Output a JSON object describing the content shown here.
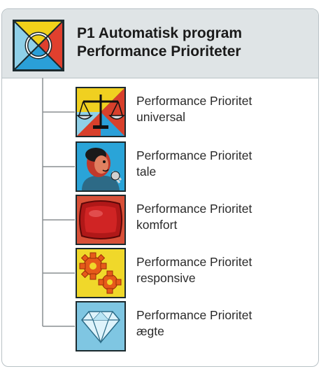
{
  "header": {
    "icon": "program-selector-icon",
    "line1": "P1 Automatisk program",
    "line2": "Performance Prioriteter"
  },
  "items": [
    {
      "icon": "balance-scale-icon",
      "line1": "Performance Prioritet",
      "line2": "universal"
    },
    {
      "icon": "speaking-person-icon",
      "line1": "Performance Prioritet",
      "line2": "tale"
    },
    {
      "icon": "cushion-icon",
      "line1": "Performance Prioritet",
      "line2": "komfort"
    },
    {
      "icon": "gears-icon",
      "line1": "Performance Prioritet",
      "line2": "responsive"
    },
    {
      "icon": "diamond-icon",
      "line1": "Performance Prioritet",
      "line2": "ægte"
    }
  ],
  "colors": {
    "header_bg": "#dfe4e6",
    "border": "#b9c2c6",
    "tree_line": "#8a8f92"
  }
}
